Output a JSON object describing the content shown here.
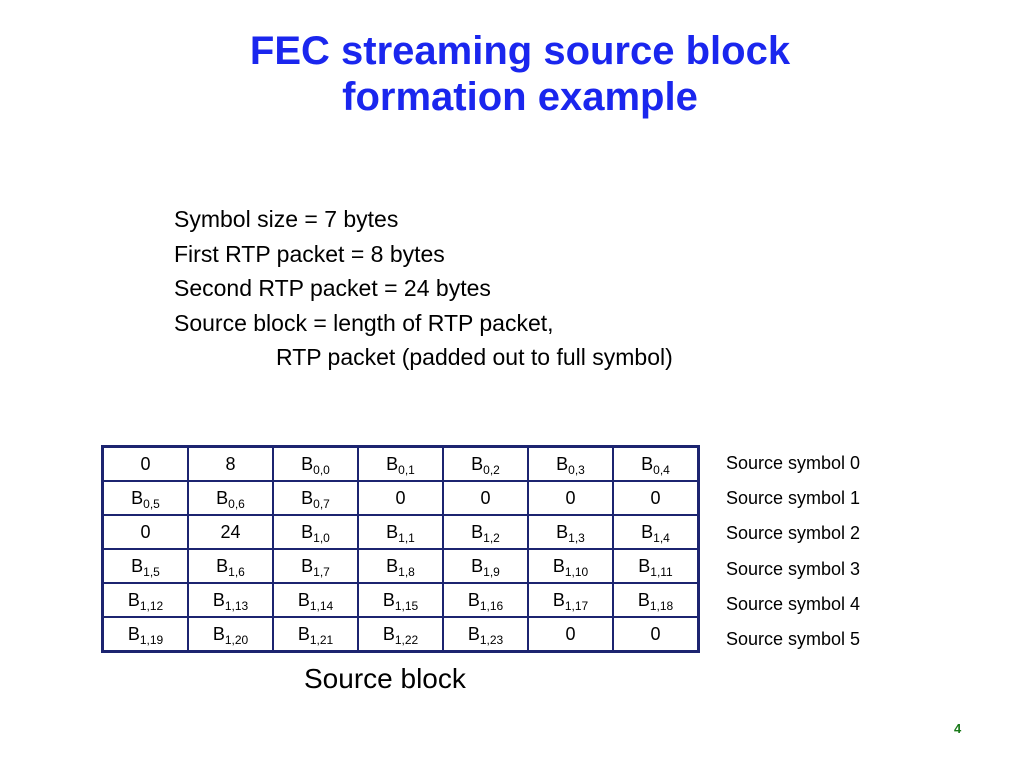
{
  "title": {
    "line1": "FEC streaming source block",
    "line2": "formation example"
  },
  "params": [
    "Symbol size = 7 bytes",
    "First RTP packet = 8 bytes",
    "Second RTP packet = 24 bytes",
    "Source block = length of RTP packet,",
    "RTP packet (padded out to full symbol)"
  ],
  "table": {
    "rows": [
      [
        {
          "base": "0",
          "sub": ""
        },
        {
          "base": "8",
          "sub": ""
        },
        {
          "base": "B",
          "sub": "0,0"
        },
        {
          "base": "B",
          "sub": "0,1"
        },
        {
          "base": "B",
          "sub": "0,2"
        },
        {
          "base": "B",
          "sub": "0,3"
        },
        {
          "base": "B",
          "sub": "0,4"
        }
      ],
      [
        {
          "base": "B",
          "sub": "0,5"
        },
        {
          "base": "B",
          "sub": "0,6"
        },
        {
          "base": "B",
          "sub": "0,7"
        },
        {
          "base": "0",
          "sub": ""
        },
        {
          "base": "0",
          "sub": ""
        },
        {
          "base": "0",
          "sub": ""
        },
        {
          "base": "0",
          "sub": ""
        }
      ],
      [
        {
          "base": "0",
          "sub": ""
        },
        {
          "base": "24",
          "sub": ""
        },
        {
          "base": "B",
          "sub": "1,0"
        },
        {
          "base": "B",
          "sub": "1,1"
        },
        {
          "base": "B",
          "sub": "1,2"
        },
        {
          "base": "B",
          "sub": "1,3"
        },
        {
          "base": "B",
          "sub": "1,4"
        }
      ],
      [
        {
          "base": "B",
          "sub": "1,5"
        },
        {
          "base": "B",
          "sub": "1,6"
        },
        {
          "base": "B",
          "sub": "1,7"
        },
        {
          "base": "B",
          "sub": "1,8"
        },
        {
          "base": "B",
          "sub": "1,9"
        },
        {
          "base": "B",
          "sub": "1,10"
        },
        {
          "base": "B",
          "sub": "1,11"
        }
      ],
      [
        {
          "base": "B",
          "sub": "1,12"
        },
        {
          "base": "B",
          "sub": "1,13"
        },
        {
          "base": "B",
          "sub": "1,14"
        },
        {
          "base": "B",
          "sub": "1,15"
        },
        {
          "base": "B",
          "sub": "1,16"
        },
        {
          "base": "B",
          "sub": "1,17"
        },
        {
          "base": "B",
          "sub": "1,18"
        }
      ],
      [
        {
          "base": "B",
          "sub": "1,19"
        },
        {
          "base": "B",
          "sub": "1,20"
        },
        {
          "base": "B",
          "sub": "1,21"
        },
        {
          "base": "B",
          "sub": "1,22"
        },
        {
          "base": "B",
          "sub": "1,23"
        },
        {
          "base": "0",
          "sub": ""
        },
        {
          "base": "0",
          "sub": ""
        }
      ]
    ],
    "row_labels": [
      "Source symbol 0",
      "Source symbol 1",
      "Source symbol 2",
      "Source symbol 3",
      "Source symbol 4",
      "Source symbol 5"
    ],
    "caption": "Source block"
  },
  "page_number": "4",
  "colors": {
    "title": "#1a26ee",
    "table_border": "#1c2470",
    "page_number": "#1a7a1a"
  }
}
